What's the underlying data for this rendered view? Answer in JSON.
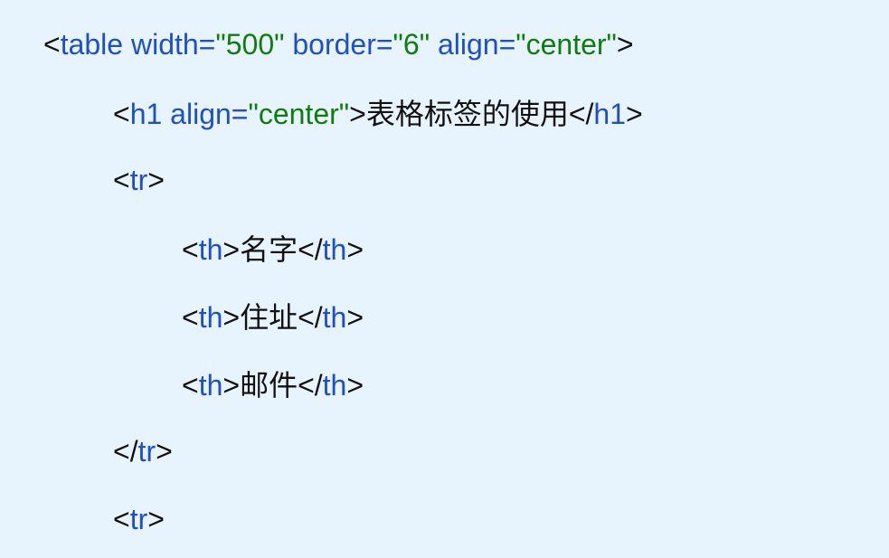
{
  "colors": {
    "background": "#e8f4fd",
    "punctuation": "#111111",
    "tag_name": "#1f4fc4",
    "attribute": "#1f4fc4",
    "value": "#0e7d0e",
    "text": "#111111"
  },
  "code_lines": [
    {
      "tokens": [
        {
          "t": "<",
          "k": "punct"
        },
        {
          "t": "table",
          "k": "tag"
        },
        {
          "t": " width=",
          "k": "attr"
        },
        {
          "t": "\"500\"",
          "k": "val"
        },
        {
          "t": " border=",
          "k": "attr"
        },
        {
          "t": "\"6\"",
          "k": "val"
        },
        {
          "t": " align=",
          "k": "attr"
        },
        {
          "t": "\"center\"",
          "k": "val"
        },
        {
          "t": ">",
          "k": "punct"
        }
      ]
    },
    {
      "tokens": [
        {
          "t": "<",
          "k": "punct"
        },
        {
          "t": "h1",
          "k": "tag"
        },
        {
          "t": " align=",
          "k": "attr"
        },
        {
          "t": "\"center\"",
          "k": "val"
        },
        {
          "t": ">",
          "k": "punct"
        },
        {
          "t": "表格标签的使用",
          "k": "text"
        },
        {
          "t": "</",
          "k": "punct"
        },
        {
          "t": "h1",
          "k": "tag"
        },
        {
          "t": ">",
          "k": "punct"
        }
      ]
    },
    {
      "tokens": [
        {
          "t": "<",
          "k": "punct"
        },
        {
          "t": "tr",
          "k": "tag"
        },
        {
          "t": ">",
          "k": "punct"
        }
      ]
    },
    {
      "tokens": [
        {
          "t": "<",
          "k": "punct"
        },
        {
          "t": "th",
          "k": "tag"
        },
        {
          "t": ">",
          "k": "punct"
        },
        {
          "t": "名字",
          "k": "text"
        },
        {
          "t": "</",
          "k": "punct"
        },
        {
          "t": "th",
          "k": "tag"
        },
        {
          "t": ">",
          "k": "punct"
        }
      ]
    },
    {
      "tokens": [
        {
          "t": "<",
          "k": "punct"
        },
        {
          "t": "th",
          "k": "tag"
        },
        {
          "t": ">",
          "k": "punct"
        },
        {
          "t": "住址",
          "k": "text"
        },
        {
          "t": "</",
          "k": "punct"
        },
        {
          "t": "th",
          "k": "tag"
        },
        {
          "t": ">",
          "k": "punct"
        }
      ]
    },
    {
      "tokens": [
        {
          "t": "<",
          "k": "punct"
        },
        {
          "t": "th",
          "k": "tag"
        },
        {
          "t": ">",
          "k": "punct"
        },
        {
          "t": "邮件",
          "k": "text"
        },
        {
          "t": "</",
          "k": "punct"
        },
        {
          "t": "th",
          "k": "tag"
        },
        {
          "t": ">",
          "k": "punct"
        }
      ]
    },
    {
      "tokens": [
        {
          "t": "</",
          "k": "punct"
        },
        {
          "t": "tr",
          "k": "tag"
        },
        {
          "t": ">",
          "k": "punct"
        }
      ]
    },
    {
      "tokens": [
        {
          "t": "<",
          "k": "punct"
        },
        {
          "t": "tr",
          "k": "tag"
        },
        {
          "t": ">",
          "k": "punct"
        }
      ]
    }
  ]
}
